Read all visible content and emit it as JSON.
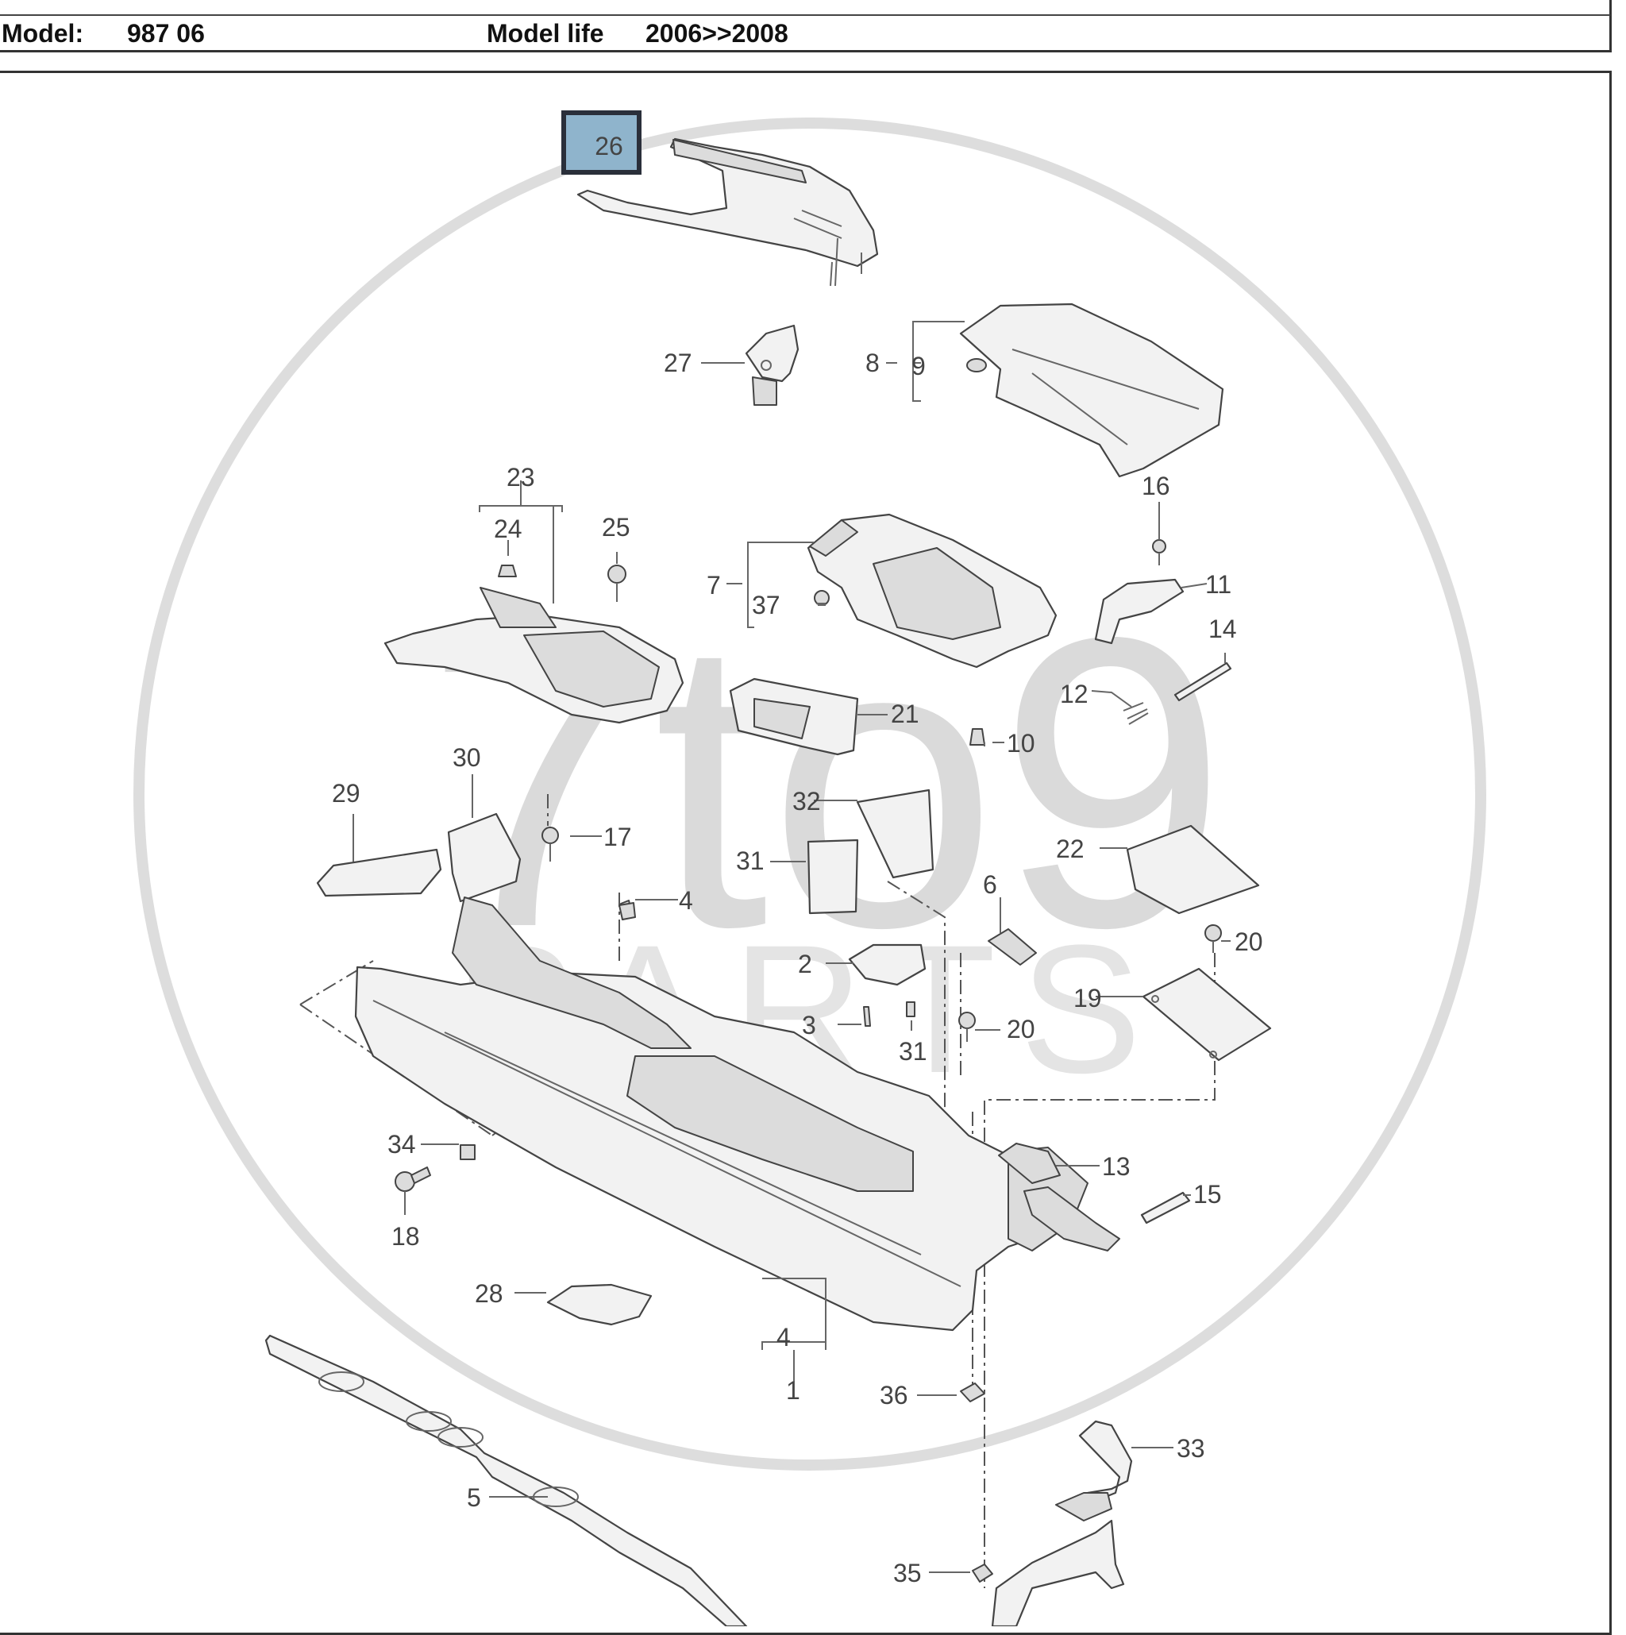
{
  "header": {
    "model_label": "Model:",
    "model_value": "987 06",
    "life_label": "Model life",
    "life_value": "2006>>2008"
  },
  "selected_part": "26",
  "watermark": {
    "text_main": "7to9",
    "text_sub": "PARTS"
  },
  "callouts": {
    "p1": "1",
    "p2": "2",
    "p3": "3",
    "p4a": "4",
    "p4b": "4",
    "p5": "5",
    "p6": "6",
    "p7": "7",
    "p8": "8",
    "p9": "9",
    "p10": "10",
    "p11": "11",
    "p12": "12",
    "p13": "13",
    "p14": "14",
    "p15": "15",
    "p16": "16",
    "p17": "17",
    "p18": "18",
    "p19": "19",
    "p20a": "20",
    "p20b": "20",
    "p21": "21",
    "p22": "22",
    "p23": "23",
    "p24": "24",
    "p25": "25",
    "p27": "27",
    "p28": "28",
    "p29": "29",
    "p30": "30",
    "p31a": "31",
    "p31b": "31",
    "p32": "32",
    "p33": "33",
    "p34": "34",
    "p35": "35",
    "p36": "36",
    "p37": "37"
  },
  "colors": {
    "highlight_fill": "#8fb4cc",
    "highlight_border": "#2a2f3a",
    "watermark": "#d7d7d7",
    "line": "#444444"
  }
}
